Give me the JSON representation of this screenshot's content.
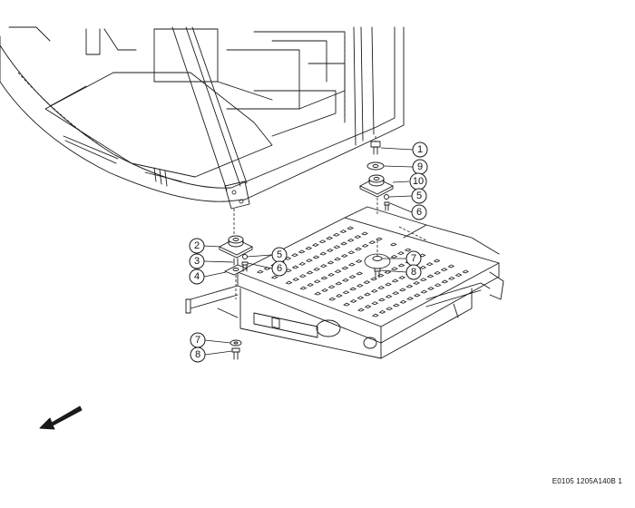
{
  "footer": {
    "drawing_code": "E0105 1205A140B 1"
  },
  "callouts": [
    {
      "label": "1"
    },
    {
      "label": "9"
    },
    {
      "label": "10"
    },
    {
      "label": "5"
    },
    {
      "label": "6"
    },
    {
      "label": "7"
    },
    {
      "label": "8"
    },
    {
      "label": "2"
    },
    {
      "label": "3"
    },
    {
      "label": "4"
    },
    {
      "label": "5"
    },
    {
      "label": "6"
    },
    {
      "label": "7"
    },
    {
      "label": "8"
    }
  ],
  "icons": {
    "direction_arrow": "front-direction-arrow-icon"
  }
}
